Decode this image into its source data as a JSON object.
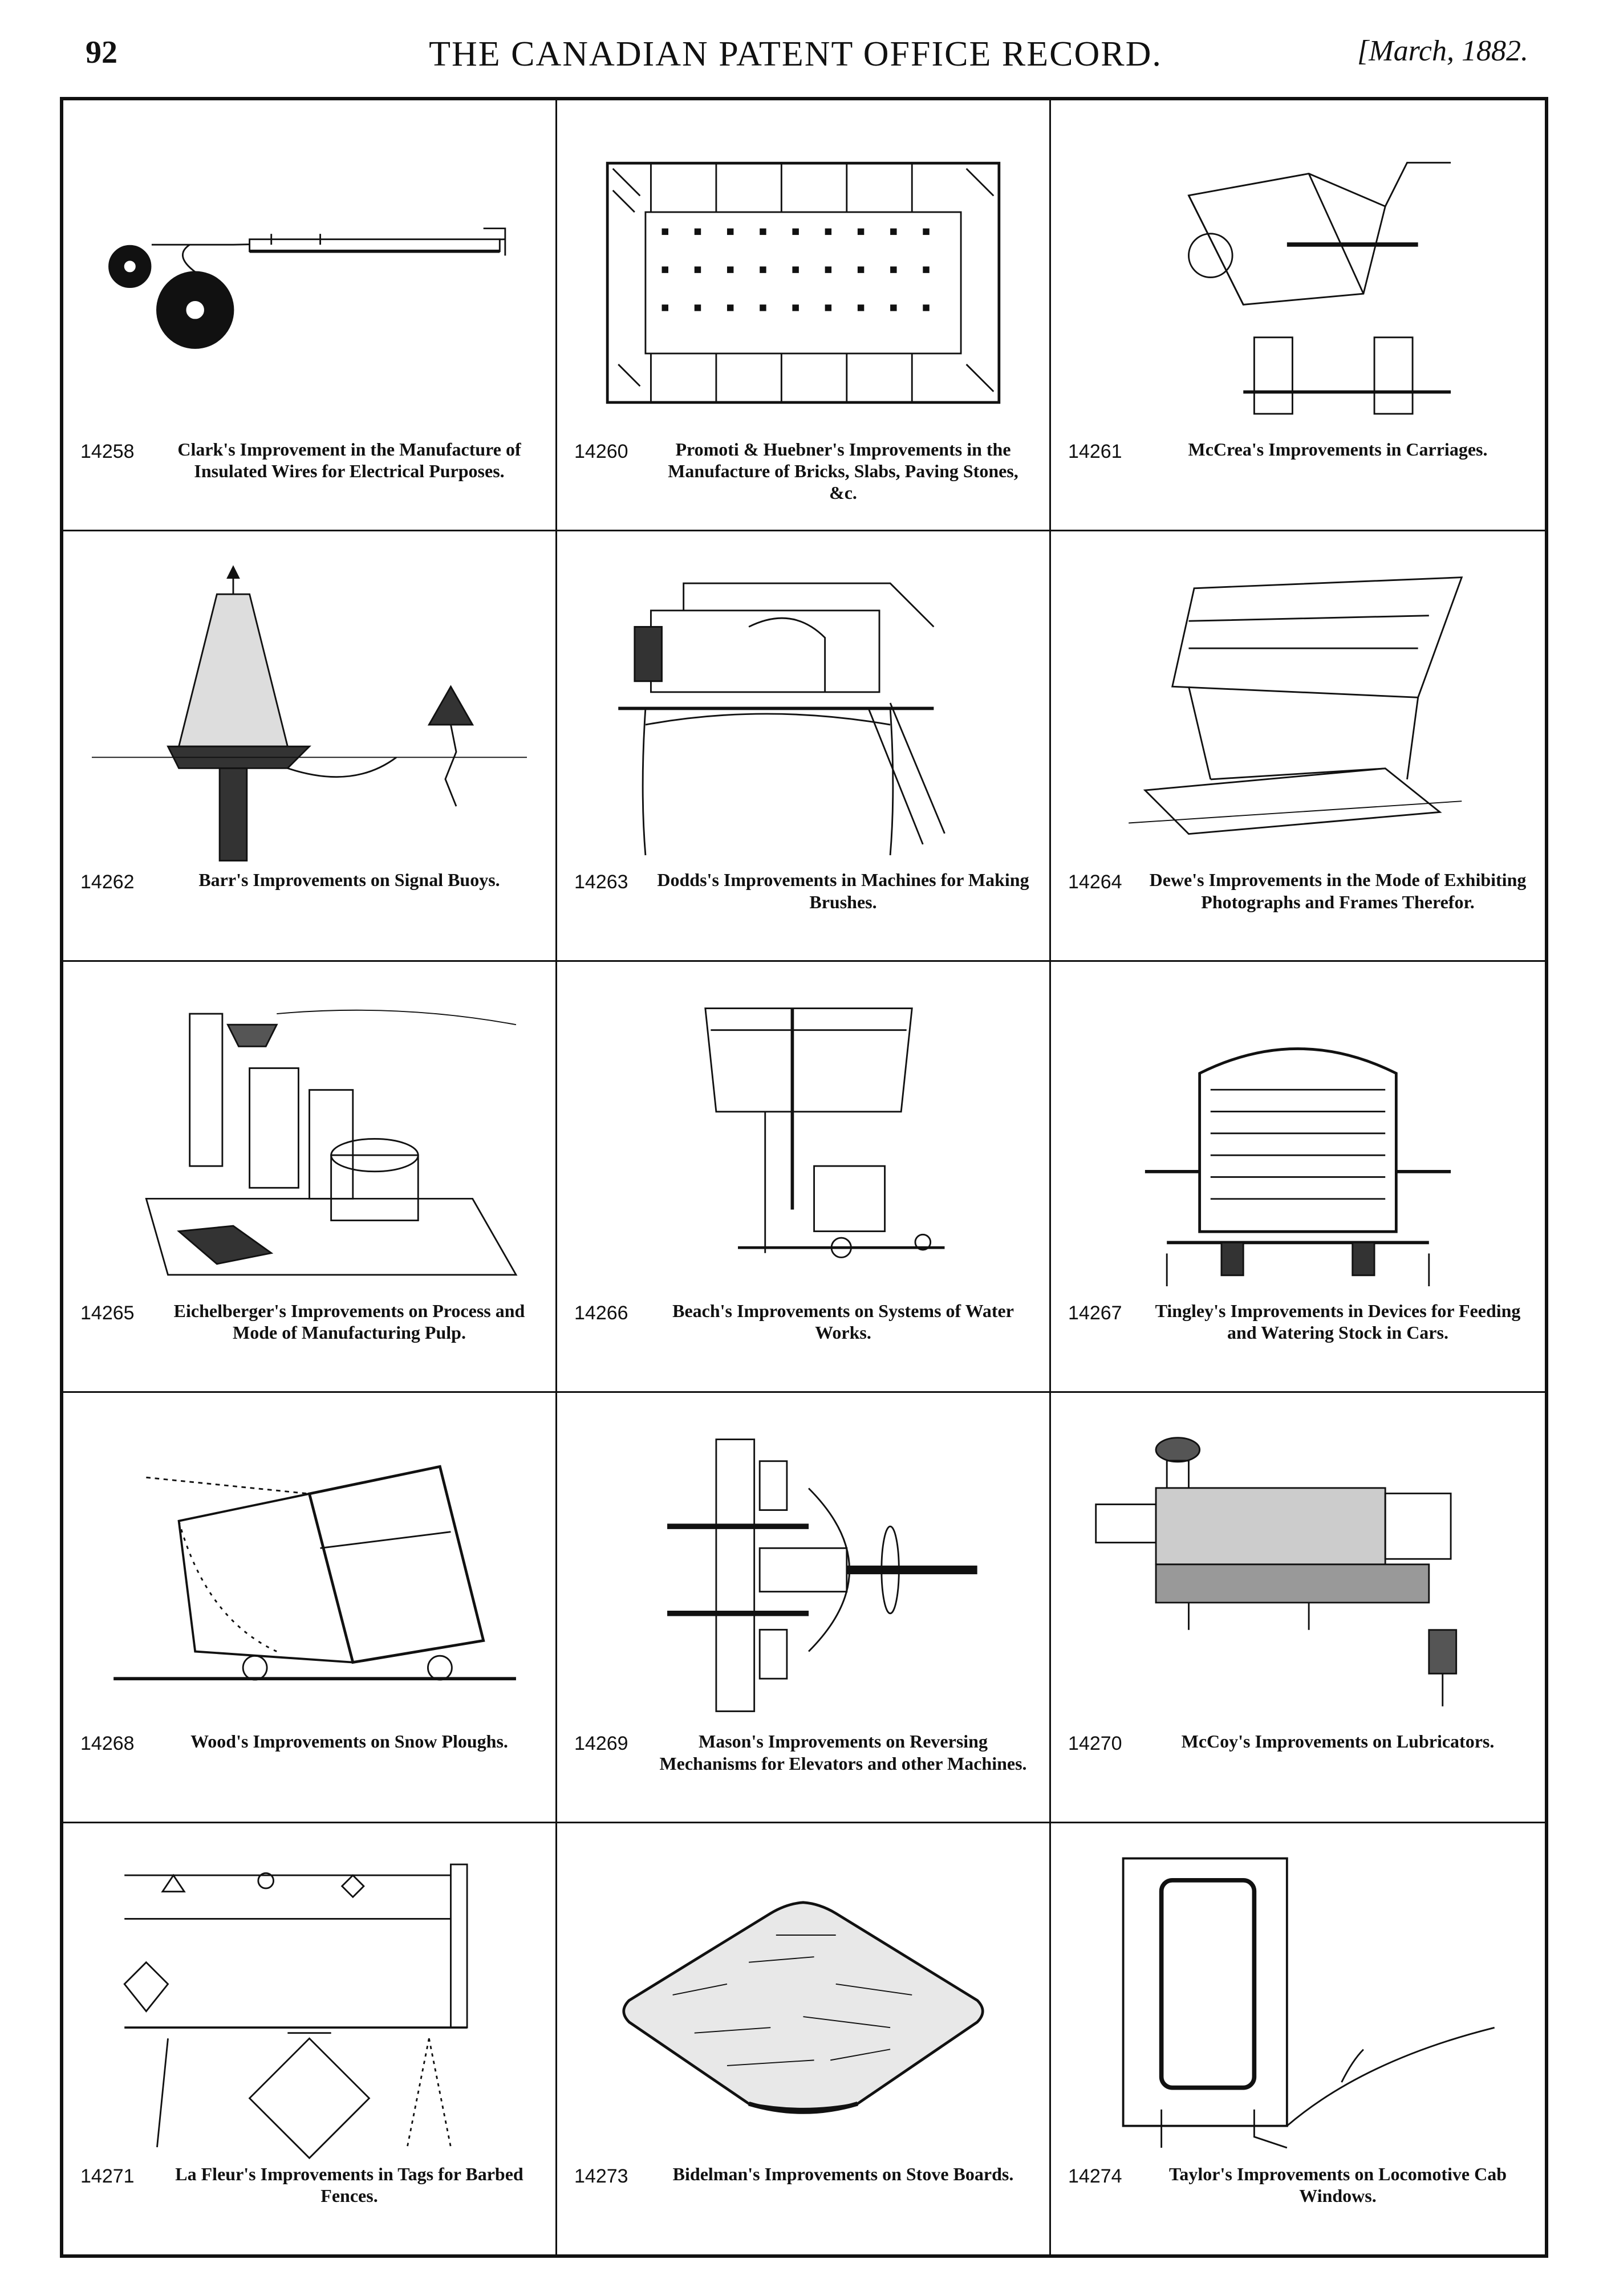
{
  "header": {
    "page_number": "92",
    "title": "THE CANADIAN PATENT OFFICE RECORD.",
    "date": "[March, 1882."
  },
  "patents": [
    {
      "number": "14258",
      "title": "Clark's Improvement in the Manufacture of Insulated Wires for Electrical Purposes."
    },
    {
      "number": "14260",
      "title": "Promoti & Huebner's Improvements in the Manufacture of Bricks, Slabs, Paving Stones, &c."
    },
    {
      "number": "14261",
      "title": "McCrea's Improvements in Carriages."
    },
    {
      "number": "14262",
      "title": "Barr's Improvements on Signal Buoys."
    },
    {
      "number": "14263",
      "title": "Dodds's Improvements in Machines for Making Brushes."
    },
    {
      "number": "14264",
      "title": "Dewe's Improvements in the Mode of Exhibiting Photographs and Frames Therefor."
    },
    {
      "number": "14265",
      "title": "Eichelberger's Improvements on Process and Mode of Manufacturing Pulp."
    },
    {
      "number": "14266",
      "title": "Beach's Improvements on Systems of Water Works."
    },
    {
      "number": "14267",
      "title": "Tingley's Improvements in Devices for Feeding and Watering Stock in Cars."
    },
    {
      "number": "14268",
      "title": "Wood's Improvements on Snow Ploughs."
    },
    {
      "number": "14269",
      "title": "Mason's Improvements on Reversing Mechanisms for Elevators and other Machines."
    },
    {
      "number": "14270",
      "title": "McCoy's Improvements on Lubricators."
    },
    {
      "number": "14271",
      "title": "La Fleur's Improvements in Tags for Barbed Fences."
    },
    {
      "number": "14273",
      "title": "Bidelman's Improvements on Stove Boards."
    },
    {
      "number": "14274",
      "title": "Taylor's Improvements on Locomotive Cab Windows."
    }
  ]
}
